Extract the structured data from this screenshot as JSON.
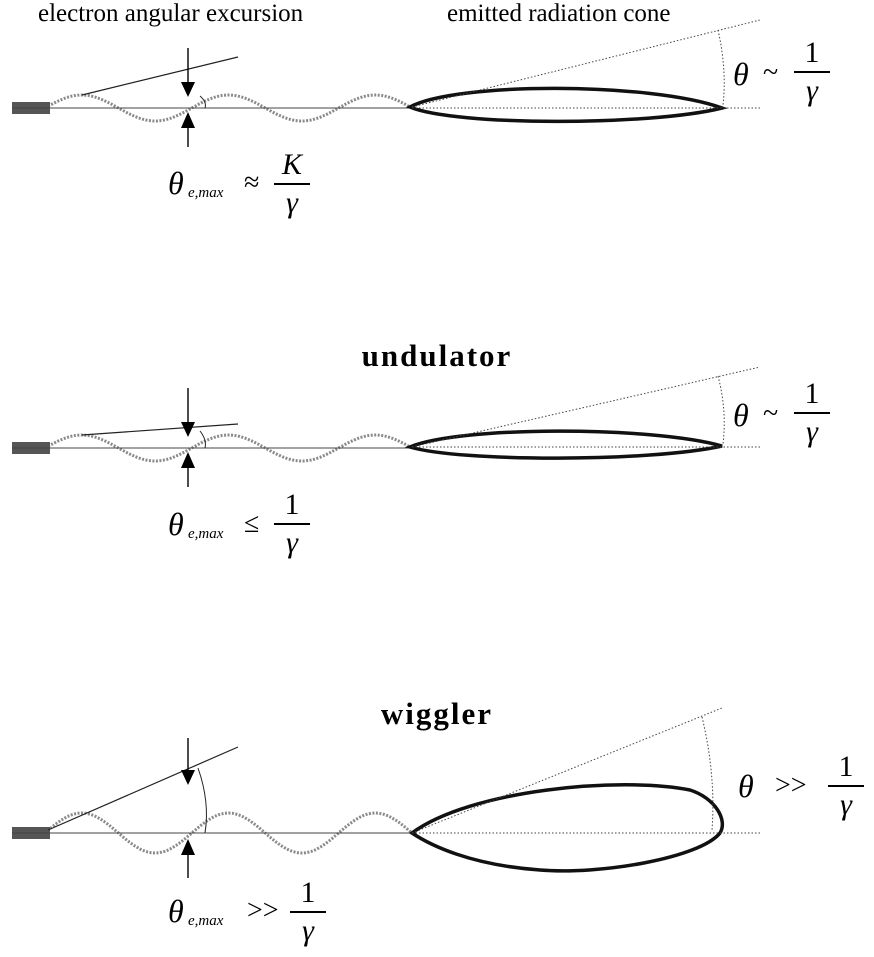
{
  "header": {
    "left": "electron angular excursion",
    "right": "emitted radiation cone"
  },
  "panels": [
    {
      "title": "",
      "electron": {
        "symbol": "θ",
        "subscript": "e,max",
        "relation": "≈",
        "numerator": "K",
        "denominator": "γ"
      },
      "cone": {
        "symbol": "θ",
        "relation": "~",
        "numerator": "1",
        "denominator": "γ"
      }
    },
    {
      "title": "undulator",
      "electron": {
        "symbol": "θ",
        "subscript": "e,max",
        "relation": "≤",
        "numerator": "1",
        "denominator": "γ"
      },
      "cone": {
        "symbol": "θ",
        "relation": "~",
        "numerator": "1",
        "denominator": "γ"
      }
    },
    {
      "title": "wiggler",
      "electron": {
        "symbol": "θ",
        "subscript": "e,max",
        "relation": ">>",
        "numerator": "1",
        "denominator": "γ"
      },
      "cone": {
        "symbol": "θ",
        "relation": ">>",
        "numerator": "1",
        "denominator": "γ"
      }
    }
  ]
}
